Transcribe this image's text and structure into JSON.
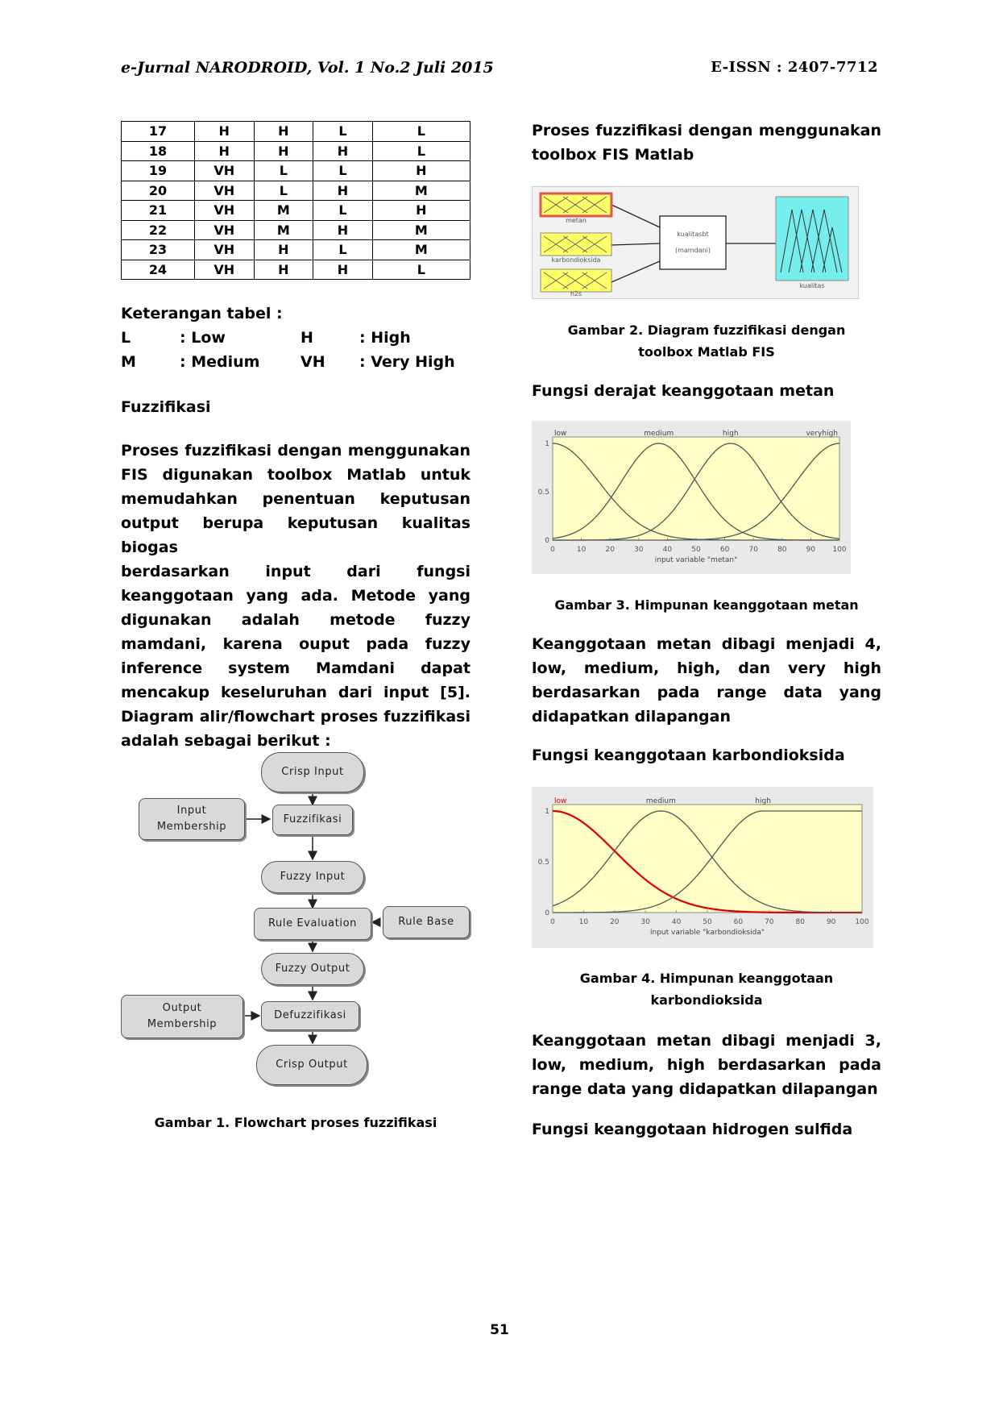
{
  "header": {
    "journal": "e-Jurnal NARODROID, Vol. 1 No.2 Juli 2015",
    "issn": "E-ISSN : 2407-7712"
  },
  "rules_table": {
    "rows": [
      [
        "17",
        "H",
        "H",
        "L",
        "L"
      ],
      [
        "18",
        "H",
        "H",
        "H",
        "L"
      ],
      [
        "19",
        "VH",
        "L",
        "L",
        "H"
      ],
      [
        "20",
        "VH",
        "L",
        "H",
        "M"
      ],
      [
        "21",
        "VH",
        "M",
        "L",
        "H"
      ],
      [
        "22",
        "VH",
        "M",
        "H",
        "M"
      ],
      [
        "23",
        "VH",
        "H",
        "L",
        "M"
      ],
      [
        "24",
        "VH",
        "H",
        "H",
        "L"
      ]
    ]
  },
  "legend": {
    "title": "Keterangan tabel :",
    "items": [
      {
        "key": "L",
        "val": ": Low"
      },
      {
        "key": "H",
        "val": ": High"
      },
      {
        "key": "M",
        "val": ": Medium"
      },
      {
        "key": "VH",
        "val": ": Very High"
      }
    ]
  },
  "left": {
    "section_title": "Fuzzifikasi",
    "paragraph_lines": [
      "Proses fuzzifikasi dengan menggunakan",
      "FIS digunakan  toolbox Matlab untuk",
      "memudahkan penentuan keputusan",
      "output berupa keputusan kualitas biogas",
      "berdasarkan input dari fungsi",
      "keanggotaan yang ada. Metode yang",
      "digunakan adalah metode fuzzy",
      "mamdani, karena ouput pada fuzzy",
      "inference system Mamdani dapat",
      "mencakup keseluruhan dari input [5].",
      "Diagram alir/flowchart proses fuzzifikasi",
      "adalah sebagai berikut :"
    ],
    "flowchart": {
      "crisp_input": "Crisp Input",
      "input_membership_1": "Input",
      "input_membership_2": "Membership",
      "fuzzifikasi": "Fuzzifikasi",
      "fuzzy_input": "Fuzzy Input",
      "rule_evaluation": "Rule Evaluation",
      "rule_base": "Rule Base",
      "fuzzy_output": "Fuzzy Output",
      "output_membership_1": "Output",
      "output_membership_2": "Membership",
      "defuzzifikasi": "Defuzzifikasi",
      "crisp_output": "Crisp Output"
    },
    "caption_fig1": "Gambar 1. Flowchart proses fuzzifikasi"
  },
  "right": {
    "intro_lines": [
      "Proses fuzzifikasi dengan menggunakan",
      "toolbox FIS Matlab"
    ],
    "fis": {
      "in1": "metan",
      "in2": "karbondioksida",
      "in3": "h2s",
      "center_1": "kualitasbt",
      "center_2": "(mamdani)",
      "out": "kualitas"
    },
    "caption_fig2_1": "Gambar 2. Diagram fuzzifikasi dengan",
    "caption_fig2_2": "toolbox Matlab FIS",
    "heading_metan": "Fungsi derajat keanggotaan metan",
    "caption_fig3": "Gambar 3. Himpunan keanggotaan metan",
    "para_metan": [
      "Keanggotaan metan dibagi menjadi 4,",
      "low, medium, high, dan very high",
      "berdasarkan pada range data yang",
      "didapatkan dilapangan"
    ],
    "heading_co2": "Fungsi keanggotaan karbondioksida",
    "caption_fig4_1": "Gambar 4. Himpunan keanggotaan",
    "caption_fig4_2": "karbondioksida",
    "para_co2": [
      "Keanggotaan metan dibagi menjadi 3,",
      "low, medium, high berdasarkan pada",
      "range data yang didapatkan dilapangan"
    ],
    "heading_h2s": "Fungsi keanggotaan hidrogen sulfida"
  },
  "chart_data": [
    {
      "type": "line",
      "xlabel": "input variable \"metan\"",
      "xlim": [
        0,
        100
      ],
      "ylim": [
        0,
        1
      ],
      "xticks": [
        "0",
        "10",
        "20",
        "30",
        "40",
        "50",
        "60",
        "70",
        "80",
        "90",
        "100"
      ],
      "yticks": [
        "0",
        "0.5",
        "1"
      ],
      "series": [
        {
          "name": "low",
          "shape": "gaussian",
          "center": 0,
          "sigma": 16,
          "color": "#555555"
        },
        {
          "name": "medium",
          "shape": "gaussian",
          "center": 37,
          "sigma": 13,
          "color": "#555555"
        },
        {
          "name": "high",
          "shape": "gaussian",
          "center": 62,
          "sigma": 13,
          "color": "#555555"
        },
        {
          "name": "veryhigh",
          "shape": "gaussian",
          "center": 100,
          "sigma": 15,
          "color": "#555555"
        }
      ]
    },
    {
      "type": "line",
      "xlabel": "input variable \"karbondioksida\"",
      "xlim": [
        0,
        100
      ],
      "ylim": [
        0,
        1
      ],
      "xticks": [
        "0",
        "10",
        "20",
        "30",
        "40",
        "50",
        "60",
        "70",
        "80",
        "90",
        "100"
      ],
      "yticks": [
        "0",
        "0.5",
        "1"
      ],
      "series": [
        {
          "name": "low",
          "shape": "gaussian",
          "center": 0,
          "sigma": 20,
          "color": "#dd0000"
        },
        {
          "name": "medium",
          "shape": "gaussian",
          "center": 35,
          "sigma": 15,
          "color": "#555555"
        },
        {
          "name": "high",
          "shape": "gaussian-right-shoulder",
          "center": 68,
          "sigma": 15,
          "color": "#555555"
        }
      ]
    }
  ],
  "page_number": "51"
}
